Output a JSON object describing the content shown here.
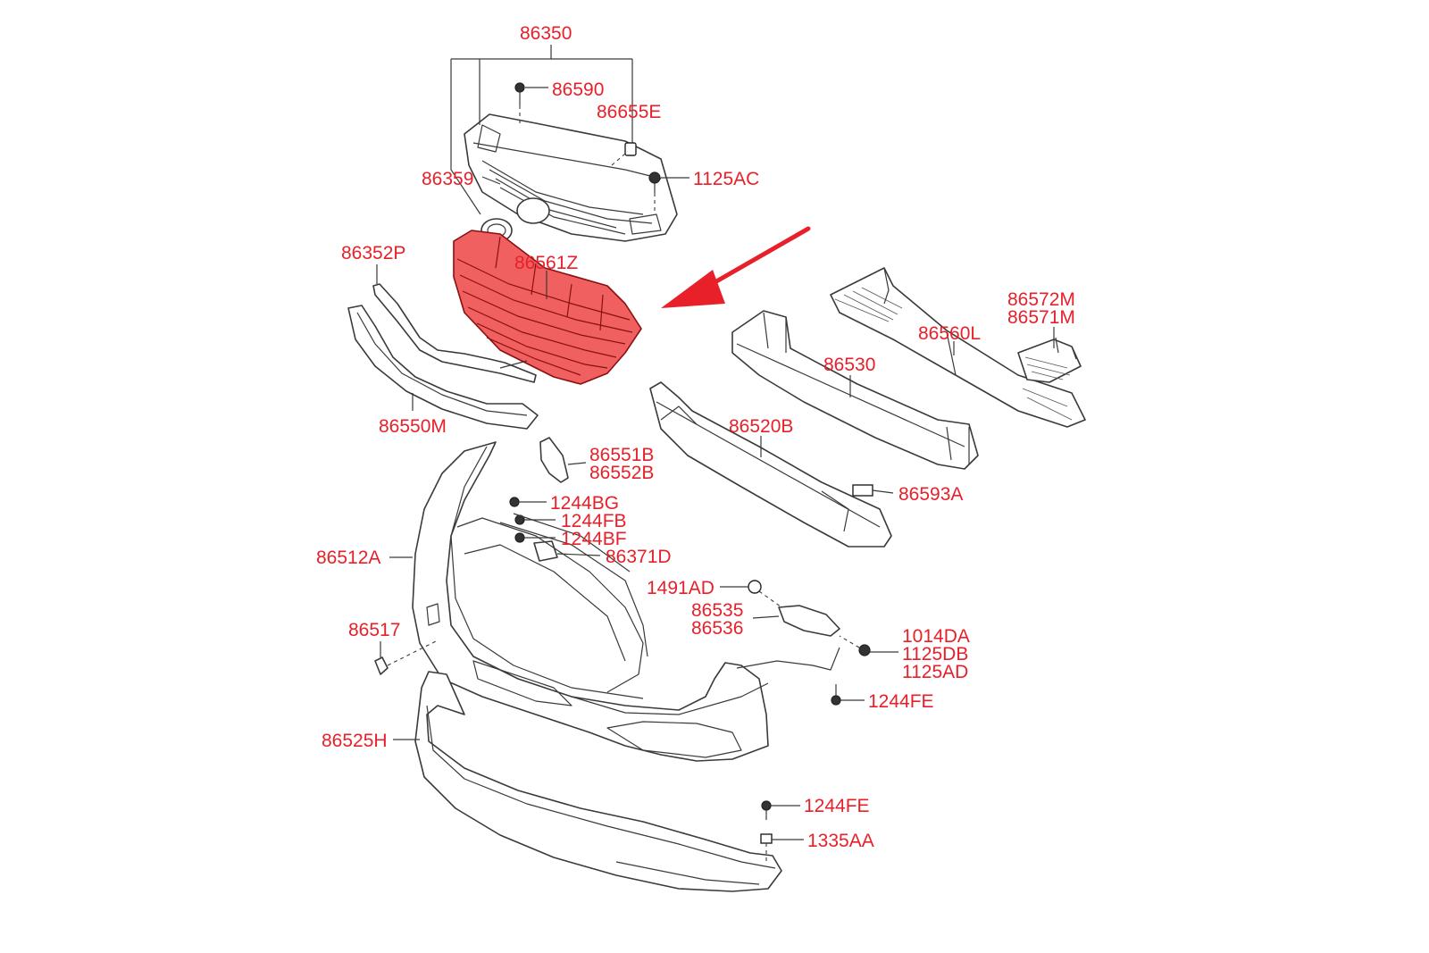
{
  "diagram": {
    "accent_color": "#e8202a",
    "highlight_color": "#f06060",
    "line_color": "#3a3a3a",
    "labels": {
      "p86350": "86350",
      "p86590": "86590",
      "p86655E": "86655E",
      "p86359": "86359",
      "p1125AC": "1125AC",
      "p86352P": "86352P",
      "p86561Z": "86561Z",
      "p86572M": "86572M",
      "p86571M": "86571M",
      "p86560L": "86560L",
      "p86530": "86530",
      "p86550M": "86550M",
      "p86520B": "86520B",
      "p86551B": "86551B",
      "p86552B": "86552B",
      "p1244BG": "1244BG",
      "p1244FB": "1244FB",
      "p1244BF": "1244BF",
      "p86593A": "86593A",
      "p86512A": "86512A",
      "p86371D": "86371D",
      "p1491AD": "1491AD",
      "p86535": "86535",
      "p86536": "86536",
      "p86517": "86517",
      "p1014DA": "1014DA",
      "p1125DB": "1125DB",
      "p1125AD": "1125AD",
      "p1244FE_a": "1244FE",
      "p86525H": "86525H",
      "p1244FE_b": "1244FE",
      "p1335AA": "1335AA"
    }
  }
}
